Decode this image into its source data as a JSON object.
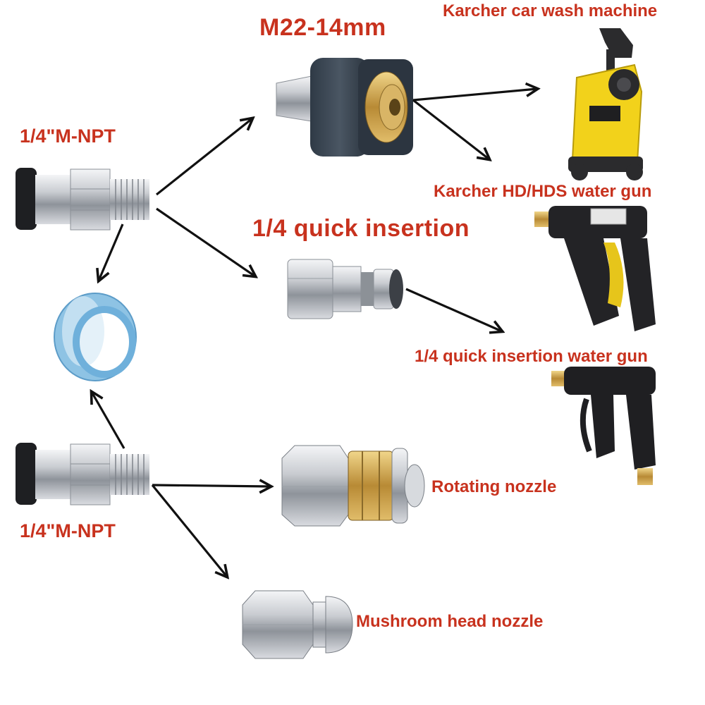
{
  "labels": {
    "m22": "M22-14mm",
    "npt_top": "1/4\"M-NPT",
    "npt_bottom": "1/4\"M-NPT",
    "quick_insertion": "1/4 quick insertion",
    "karcher_machine": "Karcher car wash machine",
    "karcher_gun": "Karcher HD/HDS water gun",
    "quick_gun": "1/4 quick insertion water gun",
    "rotating_nozzle": "Rotating nozzle",
    "mushroom_nozzle": "Mushroom head nozzle"
  },
  "colors": {
    "label_red": "#c8321e",
    "arrow": "#111111",
    "karcher_yellow": "#f2d21b",
    "brass": "#c8a04a",
    "steel": "#c9ccd1",
    "seal_blue": "#8ec3e4"
  }
}
